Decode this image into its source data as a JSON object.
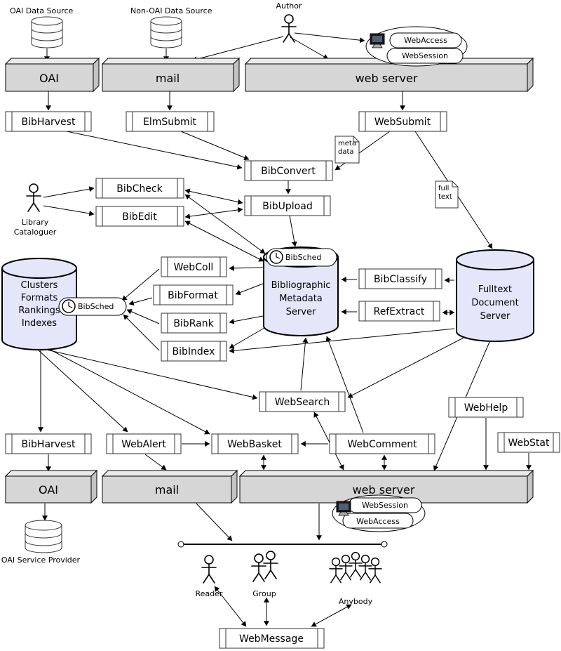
{
  "diagram": {
    "sources": {
      "oai": "OAI Data Source",
      "non_oai": "Non-OAI Data Source",
      "oai_service_provider": "OAI Service Provider"
    },
    "actors": {
      "author": "Author",
      "cataloguer_line1": "Library",
      "cataloguer_line2": "Cataloguer",
      "reader": "Reader",
      "group": "Group",
      "anybody": "Anybody"
    },
    "servers": {
      "oai_top": "OAI",
      "mail_top": "mail",
      "web_top": "web server",
      "oai_bottom": "OAI",
      "mail_bottom": "mail",
      "web_bottom": "web server"
    },
    "modules": {
      "bibharvest_top": "BibHarvest",
      "elmsubmit": "ElmSubmit",
      "websubmit": "WebSubmit",
      "bibconvert": "BibConvert",
      "bibcheck": "BibCheck",
      "bibedit": "BibEdit",
      "bibupload": "BibUpload",
      "webcoll": "WebColl",
      "bibformat": "BibFormat",
      "bibrank": "BibRank",
      "bibindex": "BibIndex",
      "bibclassify": "BibClassify",
      "refextract": "RefExtract",
      "websearch": "WebSearch",
      "webhelp": "WebHelp",
      "bibharvest_bottom": "BibHarvest",
      "webalert": "WebAlert",
      "webbasket": "WebBasket",
      "webcomment": "WebComment",
      "webstat": "WebStat",
      "webmessage": "WebMessage"
    },
    "databases": {
      "metadata": {
        "line1": "Bibliographic",
        "line2": "Metadata",
        "line3": "Server"
      },
      "fulltext": {
        "line1": "Fulltext",
        "line2": "Document",
        "line3": "Server"
      },
      "cluster": {
        "line1": "Clusters",
        "line2": "Formats",
        "line3": "Rankings",
        "line4": "Indexes"
      }
    },
    "badges": {
      "bibsched_metadata": "BibSched",
      "bibsched_cluster": "BibSched",
      "webaccess_top": "WebAccess",
      "websession_top": "WebSession",
      "websession_bottom": "WebSession",
      "webaccess_bottom": "WebAccess"
    },
    "notes": {
      "metadata": {
        "line1": "meta",
        "line2": "data"
      },
      "fulltext": {
        "line1": "full",
        "line2": "text"
      }
    },
    "colors": {
      "database_fill": "#e6e6fa",
      "server_fill": "#d6d6d6",
      "module_fill": "#ffffff",
      "line": "#000000"
    }
  }
}
